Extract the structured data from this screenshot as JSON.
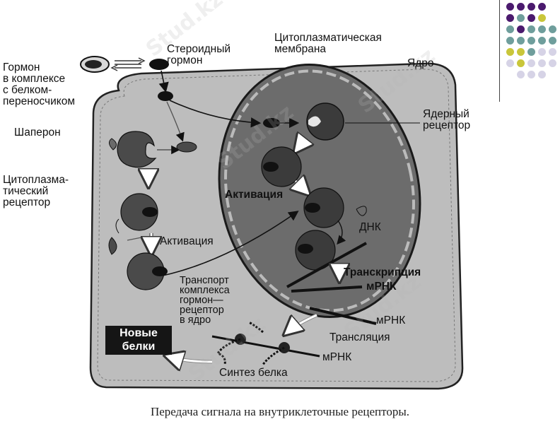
{
  "labels": {
    "hormone_complex": "Гормон\nв комплексе\nс белком-\nпереносчиком",
    "steroid_hormone": "Стероидный\nгормон",
    "cyto_membrane": "Цитоплазматическая\nмембрана",
    "nucleus": "Ядро",
    "nuclear_receptor": "Ядерный\nрецептор",
    "chaperone": "Шаперон",
    "cyto_receptor": "Цитоплазма-\nтический\nрецептор",
    "activation_nucleus": "Активация",
    "dna": "ДНК",
    "activation_cyto": "Активация",
    "transcription": "Транскрипция",
    "mrna_1": "мРНК",
    "transport": "Транспорт\nкомплекса\nгормон—\nрецептор\nв ядро",
    "mrna_2": "мРНК",
    "translation": "Трансляция",
    "new_proteins": "Новые\nбелки",
    "mrna_3": "мРНК",
    "protein_synthesis": "Синтез белка"
  },
  "caption": "Передача сигнала на внутриклеточные рецепторы.",
  "watermark": "Stud.kz",
  "colors": {
    "purple": "#4b1a6e",
    "teal": "#6f9e9c",
    "yellow": "#c9c63a",
    "lavender": "#d6d3e6",
    "cell_fill": "#b9b9b9",
    "nucleus_fill": "#6f6f6f"
  }
}
